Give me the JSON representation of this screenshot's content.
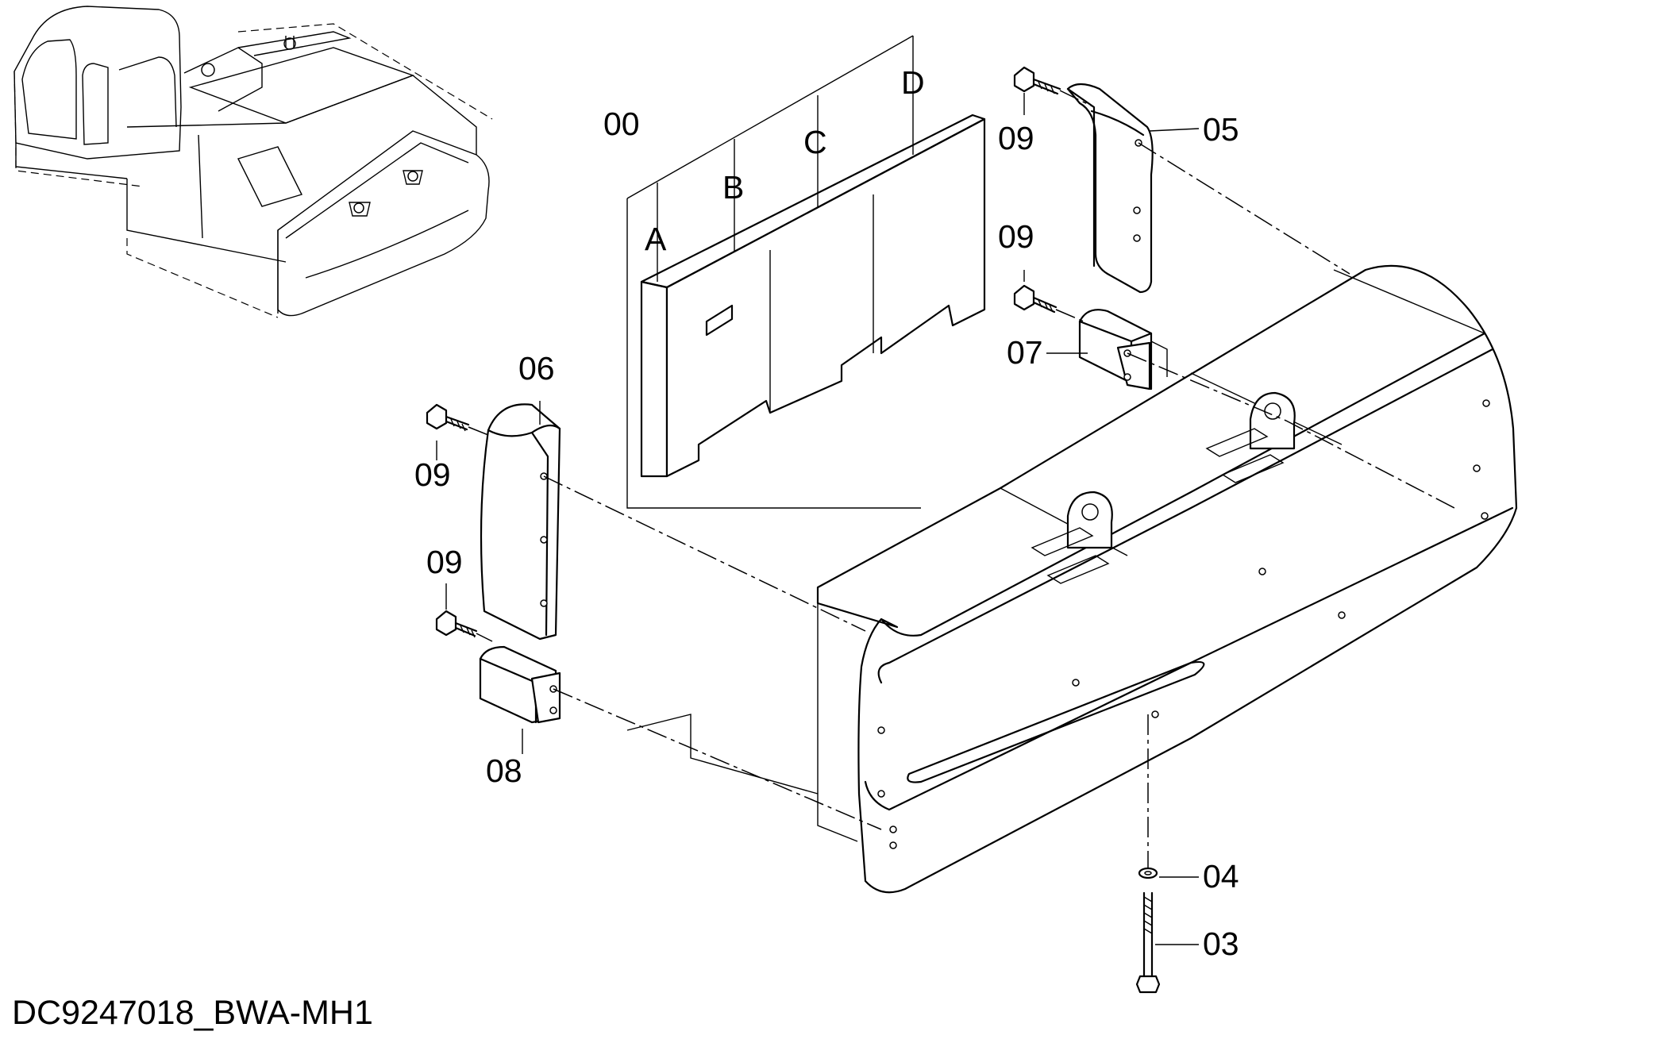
{
  "drawing_code": "DC9247018_BWA-MH1",
  "callouts": {
    "c00": "00",
    "cA": "A",
    "cB": "B",
    "cC": "C",
    "cD": "D",
    "c03": "03",
    "c04": "04",
    "c05": "05",
    "c06": "06",
    "c07": "07",
    "c08": "08",
    "c09a": "09",
    "c09b": "09",
    "c09c": "09",
    "c09d": "09"
  }
}
